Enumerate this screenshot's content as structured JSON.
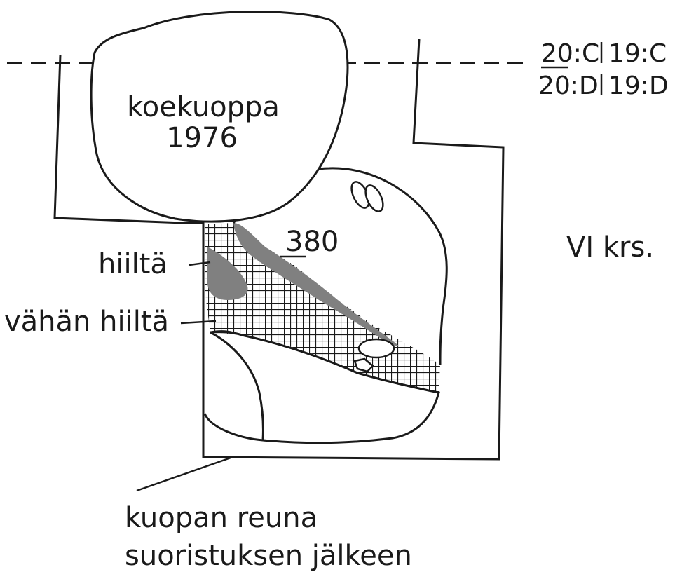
{
  "grid_labels": {
    "top_left": "20:C",
    "top_right": "19:C",
    "bottom_left": "20:D",
    "bottom_right": "19:D"
  },
  "test_pit": {
    "name": "koekuoppa",
    "year": "1976"
  },
  "depth_label": "380",
  "layer_label": "VI krs.",
  "legend": {
    "charcoal": "hiiltä",
    "little_charcoal": "vähän hiiltä"
  },
  "pit_edge_caption": {
    "line1": "kuopan reuna",
    "line2": "suoristuksen jälkeen"
  },
  "colors": {
    "ink": "#1a1a1a",
    "charcoal_fill": "#808080",
    "paper": "#ffffff"
  }
}
